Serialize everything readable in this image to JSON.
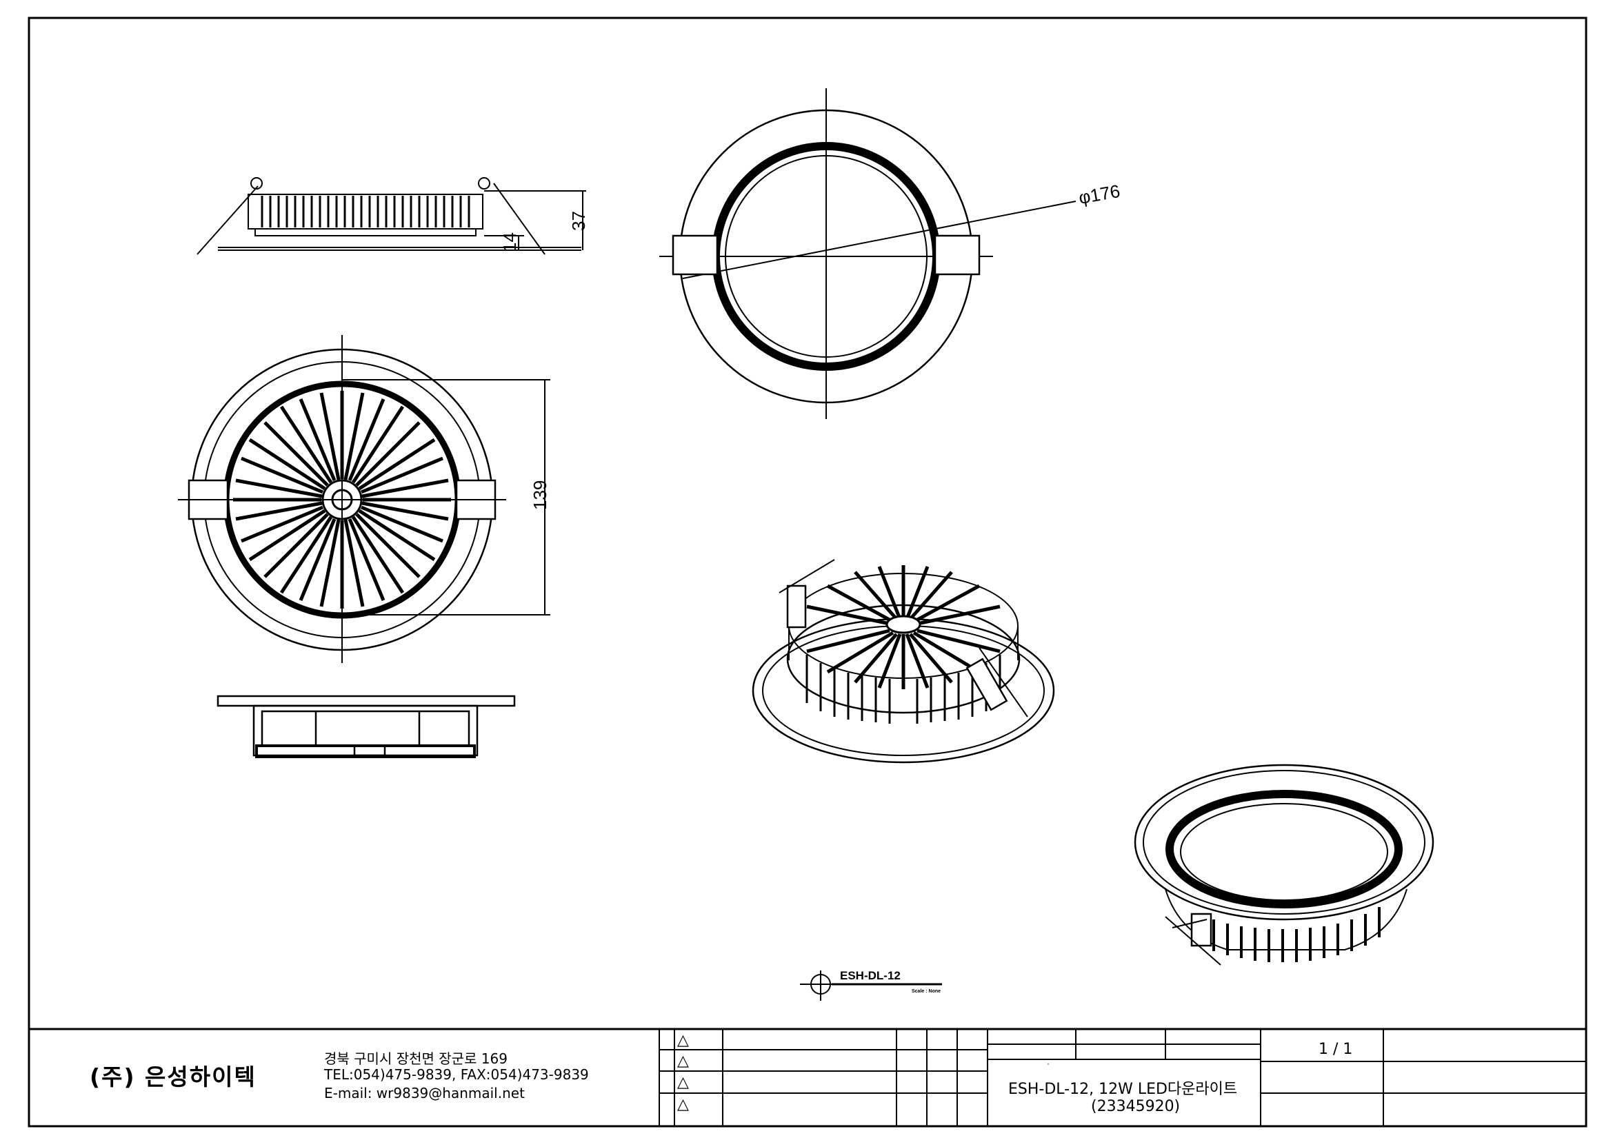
{
  "drawing": {
    "dimensions": {
      "side_height": "37",
      "side_flange": "14",
      "front_diameter": "φ176",
      "rear_height": "139"
    },
    "model_tag": {
      "name": "ESH-DL-12",
      "scale": "Scale : None"
    }
  },
  "title_block": {
    "company": "(주) 은성하이텍",
    "address": "경북 구미시 장천면 장군로 169",
    "phone": "TEL:054)475-9839, FAX:054)473-9839",
    "email": "E-mail: wr9839@hanmail.net",
    "revision_marks": [
      "△",
      "△",
      "△",
      "△"
    ],
    "small_mark": "·",
    "product_title": "ESH-DL-12, 12W LED다운라이트",
    "product_code": "(23345920)",
    "page": "1 / 1"
  }
}
